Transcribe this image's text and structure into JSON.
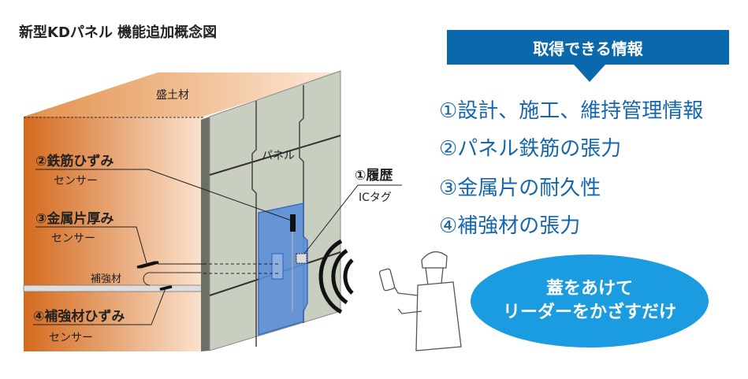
{
  "title": "新型KDパネル 機能追加概念図",
  "diagram": {
    "soil_label": "盛土材",
    "panel_label": "パネル",
    "reinforcement_label": "補強材",
    "sensors": [
      {
        "name": "②鉄筋ひずみ",
        "type": "センサー"
      },
      {
        "name": "③金属片厚み",
        "type": "センサー"
      },
      {
        "name": "④補強材ひずみ",
        "type": "センサー"
      }
    ],
    "ic_tag": {
      "name": "①履歴",
      "type": "ICタグ"
    }
  },
  "info": {
    "header": "取得できる情報",
    "items": [
      "①設計、施工、維持管理情報",
      "②パネル鉄筋の張力",
      "③金属片の耐久性",
      "④補強材の張力"
    ]
  },
  "callout": {
    "line1": "蓋をあけて",
    "line2": "リーダーをかざすだけ"
  },
  "colors": {
    "header_blue": "#0a68ad",
    "text_blue": "#1567ad",
    "bubble_blue": "#1b9be0",
    "soil_orange": "#d9752a",
    "panel_gray": "#c9cfc0",
    "panel_blue": "#5b8fd8"
  }
}
